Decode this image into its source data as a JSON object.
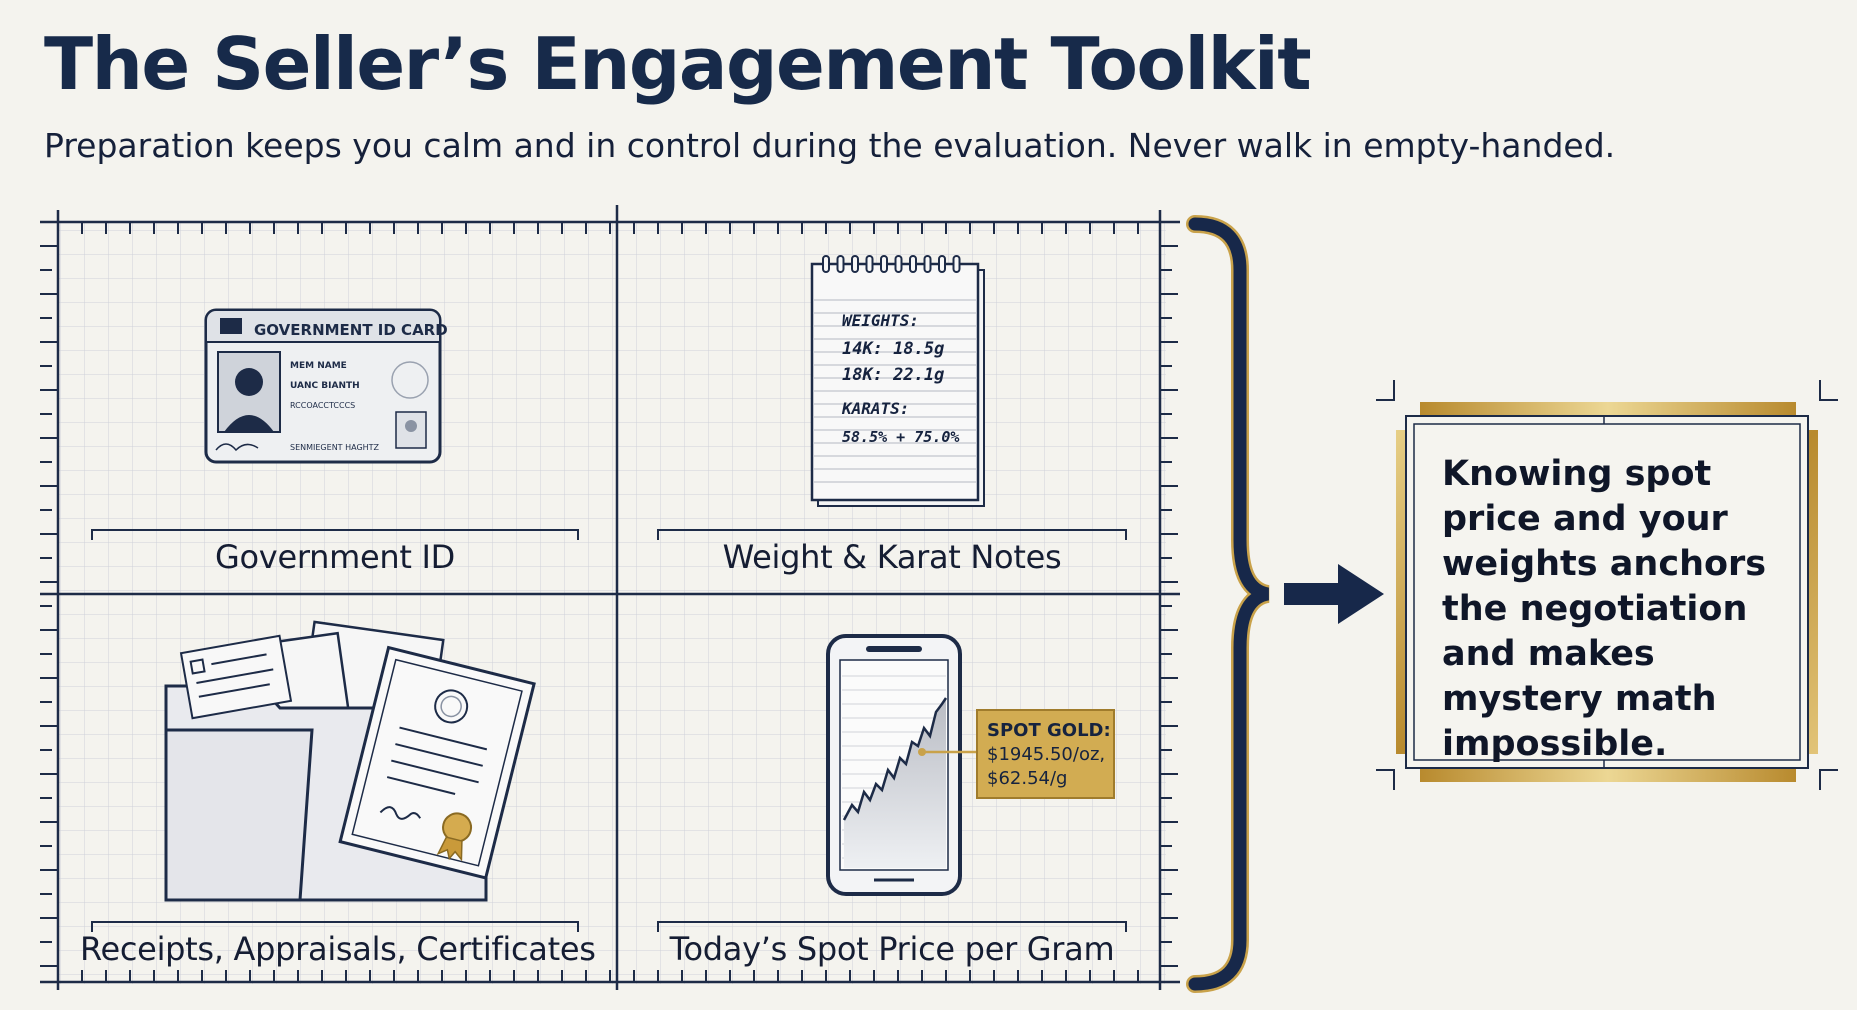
{
  "header": {
    "title": "The Seller’s Engagement Toolkit",
    "subtitle": "Preparation keeps you calm and in control during the evaluation. Never walk in empty-handed."
  },
  "cells": [
    {
      "label": "Government ID",
      "icon": "id-card-icon"
    },
    {
      "label": "Weight & Karat Notes",
      "icon": "notepad-icon"
    },
    {
      "label": "Receipts, Appraisals, Certificates",
      "icon": "documents-folder-icon"
    },
    {
      "label": "Today’s Spot Price per Gram",
      "icon": "smartphone-chart-icon"
    }
  ],
  "id_card": {
    "header": "GOVERNMENT ID CARD",
    "lines": [
      "MEM NAME",
      "UANC BIANTH",
      "RCCOACCTCCCS",
      "SENMIEGENT  HAGHTZ"
    ]
  },
  "notepad": {
    "lines": [
      "WEIGHTS:",
      "14K: 18.5g",
      "18K: 22.1g",
      "KARATS:",
      "58.5% + 75.0%"
    ]
  },
  "spot_tag": {
    "lines": [
      "SPOT GOLD:",
      "$1945.50/oz,",
      "$62.54/g"
    ]
  },
  "summary": {
    "text": "Knowing spot price and your weights anchors the negotiation and makes mystery math impossible."
  },
  "colors": {
    "navy": "#17284a",
    "gold": "#c9a24a",
    "grid": "#c9ccd4",
    "background": "#f4f3ee"
  }
}
